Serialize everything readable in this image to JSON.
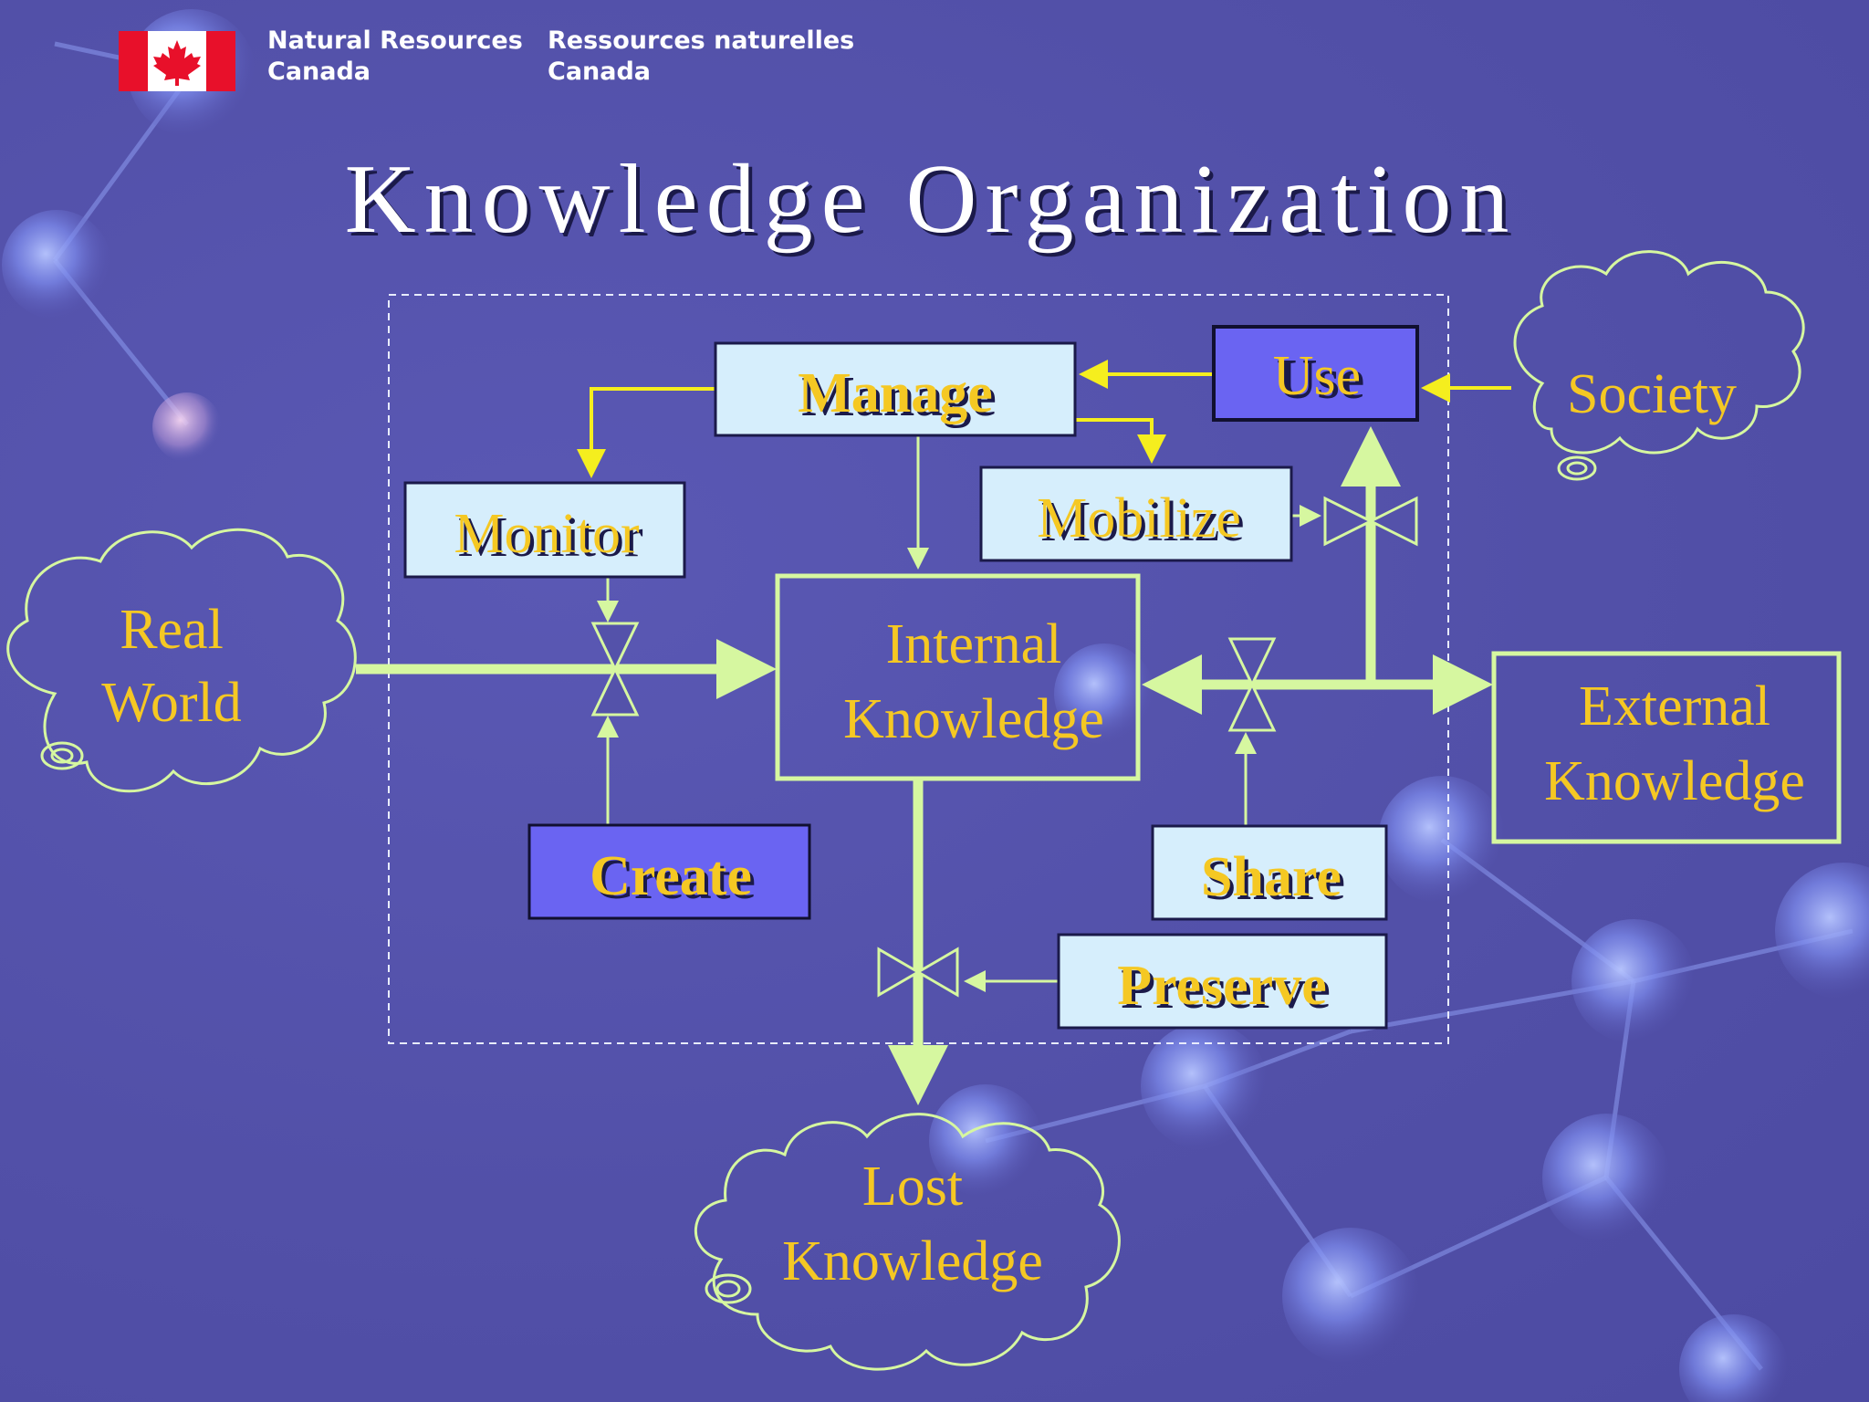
{
  "header": {
    "org_en_line1": "Natural Resources",
    "org_en_line2": "Canada",
    "org_fr_line1": "Ressources naturelles",
    "org_fr_line2": "Canada"
  },
  "title": "Knowledge Organization",
  "colors": {
    "background": "#5452aa",
    "light_box_fill": "#d6eefc",
    "dark_box_fill": "#6a64f2",
    "flow_green": "#d6f7a0",
    "arrow_yellow": "#f5ee1e",
    "label_gold": "#f5c823"
  },
  "processes": {
    "manage": "Manage",
    "use": "Use",
    "monitor": "Monitor",
    "mobilize": "Mobilize",
    "create": "Create",
    "share": "Share",
    "preserve": "Preserve"
  },
  "stocks": {
    "internal_line1": "Internal",
    "internal_line2": "Knowledge",
    "external_line1": "External",
    "external_line2": "Knowledge"
  },
  "clouds": {
    "society": "Society",
    "real_world_line1": "Real",
    "real_world_line2": "World",
    "lost_line1": "Lost",
    "lost_line2": "Knowledge"
  },
  "flag": {
    "left_band": "#e8102a",
    "center": "#ffffff",
    "leaf": "#e8102a",
    "icon": "maple-leaf-icon"
  }
}
